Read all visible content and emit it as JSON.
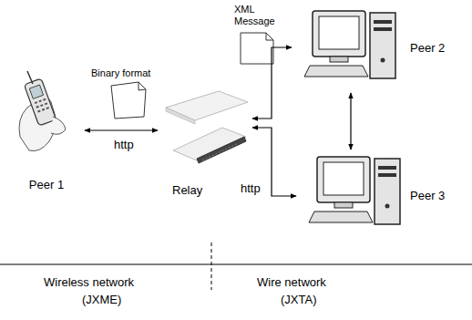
{
  "diagram": {
    "nodes": [
      {
        "text": [
          "Peer 1"
        ]
      },
      {
        "text": [
          "Relay"
        ]
      },
      {
        "text": [
          "Peer 2"
        ]
      },
      {
        "text": [
          "Peer 3"
        ]
      }
    ],
    "edges": [
      {
        "from": 0,
        "to": 1,
        "arrow": "both",
        "label": "http"
      },
      {
        "from": 1,
        "to": 2,
        "arrow": "both"
      },
      {
        "from": 1,
        "to": 3,
        "arrow": "both",
        "label": "http"
      },
      {
        "from": 2,
        "to": 3,
        "arrow": "both"
      }
    ],
    "labels": [
      "Binary format",
      "XML Message",
      "Wireless network",
      "(JXME)",
      "Wire network",
      "(JXTA)"
    ]
  }
}
